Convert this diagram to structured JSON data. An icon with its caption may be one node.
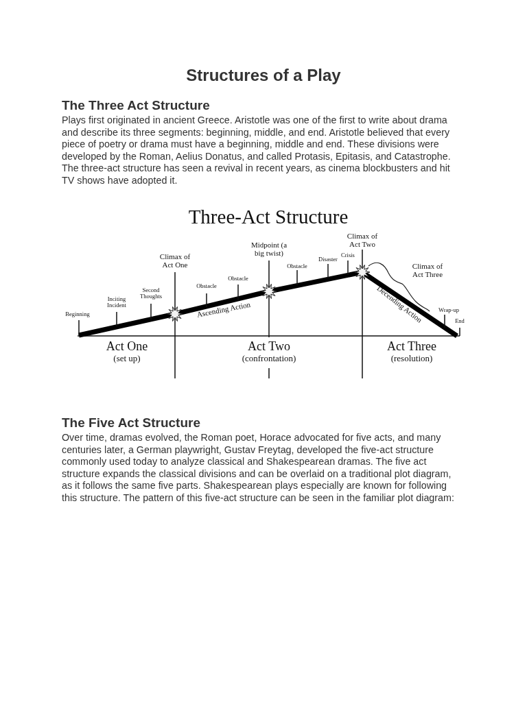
{
  "diagram": {
    "title": "Structures of a Play",
    "labels": [
      "The Three Act Structure",
      "Plays first originated in ancient Greece. Aristotle was one of the first to write about drama and describe its three segments: beginning, middle, and end. Aristotle believed that every piece of poetry or drama must have a beginning, middle and end. These divisions were developed by the Roman, Aelius Donatus, and called Protasis, Epitasis, and Catastrophe. The three-act structure has seen a revival in recent years, as cinema blockbusters and hit TV shows have adopted it.",
      "Three-Act Structure",
      "Climax of Act Two",
      "Midpoint (a big twist)",
      "Climax of Act One",
      "Disaster",
      "Crisis",
      "Obstacle",
      "Climax of Act Three",
      "Obstacle",
      "Obstacle",
      "Second Thoughts",
      "Inciting Incident",
      "Beginning",
      "Ascending Action",
      "Decending Action",
      "Wrap-up",
      "End",
      "Act One",
      "(set up)",
      "Act Two",
      "(confrontation)",
      "Act Three",
      "(resolution)",
      "The Five Act Structure",
      "Over time, dramas evolved, the Roman poet, Horace advocated for five acts, and many centuries later, a German playwright, Gustav Freytag, developed the five-act structure commonly used today to analyze classical and Shakespearean dramas. The five act structure expands the classical divisions and can be overlaid on a traditional plot diagram, as it follows the same five parts. Shakespearean plays especially are known for following this structure. The pattern of this five-act structure can be seen in the familiar plot diagram:"
    ]
  }
}
